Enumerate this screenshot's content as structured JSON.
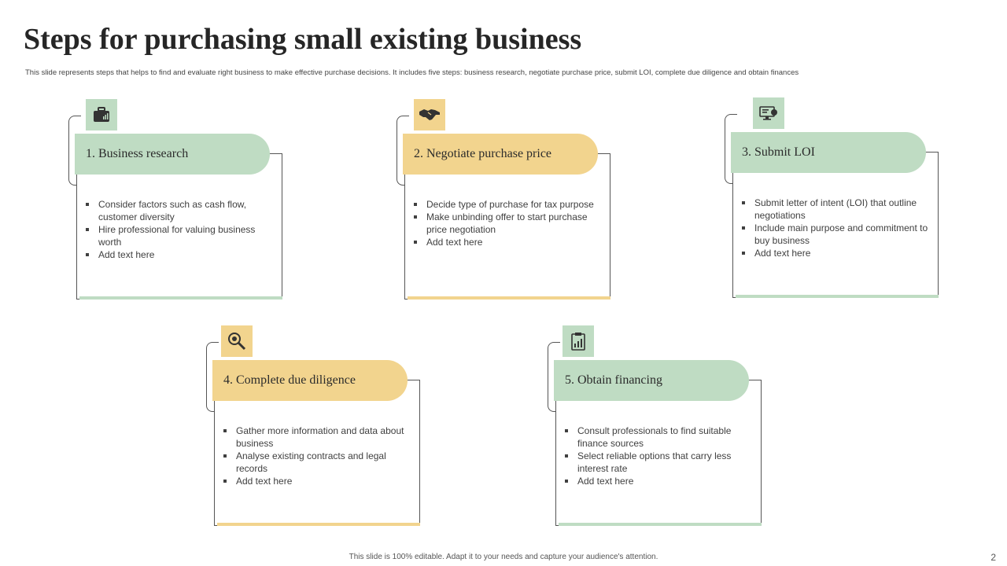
{
  "title": "Steps for purchasing small existing business",
  "subtitle": "This slide represents steps that helps to find and evaluate right business to make  effective purchase decisions. It includes  five steps: business research, negotiate purchase price, submit LOI,  complete  due diligence and obtain  finances",
  "steps": [
    {
      "label": "1. Business research",
      "icon": "briefcase-icon",
      "color": "#bfdcc3",
      "bullets": [
        "Consider factors such as cash flow, customer diversity",
        "Hire professional  for valuing business worth",
        "Add text here"
      ]
    },
    {
      "label": "2. Negotiate purchase price",
      "icon": "handshake-icon",
      "color": "#f2d48e",
      "bullets": [
        "Decide type of purchase for tax purpose",
        "Make unbinding offer to start purchase price negotiation",
        "Add text here"
      ]
    },
    {
      "label": "3. Submit LOI",
      "icon": "monitor-icon",
      "color": "#bfdcc3",
      "bullets": [
        "Submit letter of intent (LOI) that outline negotiations",
        "Include main purpose and commitment to buy business",
        "Add text here"
      ]
    },
    {
      "label": "4. Complete due diligence",
      "icon": "magnifier-gear-icon",
      "color": "#f2d48e",
      "bullets": [
        "Gather more information and data about business",
        "Analyse existing contracts and legal records",
        "Add text here"
      ]
    },
    {
      "label": "5. Obtain financing",
      "icon": "clipboard-chart-icon",
      "color": "#bfdcc3",
      "bullets": [
        "Consult professionals to find suitable finance sources",
        "Select reliable options that carry less interest rate",
        "Add text here"
      ]
    }
  ],
  "footer": "This slide is 100% editable. Adapt it to your needs and capture your audience's attention.",
  "page_number": "2"
}
